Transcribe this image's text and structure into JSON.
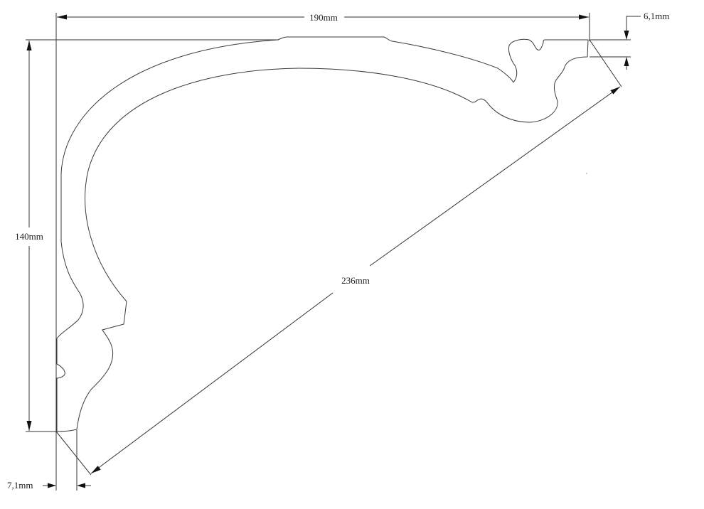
{
  "diagram": {
    "dimensions": {
      "width_label": "190mm",
      "height_label": "140mm",
      "diagonal_label": "236mm",
      "top_offset_label": "6,1mm",
      "bottom_offset_label": "7,1mm"
    },
    "colors": {
      "line": "#333333",
      "text": "#222222",
      "background": "#ffffff"
    }
  }
}
